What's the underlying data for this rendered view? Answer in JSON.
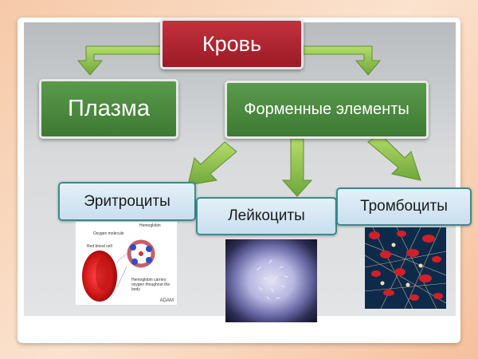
{
  "title": "Кровь",
  "branches": {
    "plasma": "Плазма",
    "formed_elements": "Форменные элементы"
  },
  "cells": [
    {
      "label": "Эритроциты"
    },
    {
      "label": "Лейкоциты"
    },
    {
      "label": "Тромбоциты"
    }
  ],
  "erythrocyte_image": {
    "labels": {
      "hemoglobin": "Hemoglobin",
      "oxygen": "Oxygen molecule",
      "rbc": "Red blood cell",
      "caption": "Hemoglobin carries oxygen thoughout the body",
      "credit": "ADAM"
    }
  },
  "colors": {
    "root": "#b02733",
    "branch": "#4a8a3e",
    "cell_box": "#d6e8f4",
    "arrow": "#8cc04a"
  }
}
